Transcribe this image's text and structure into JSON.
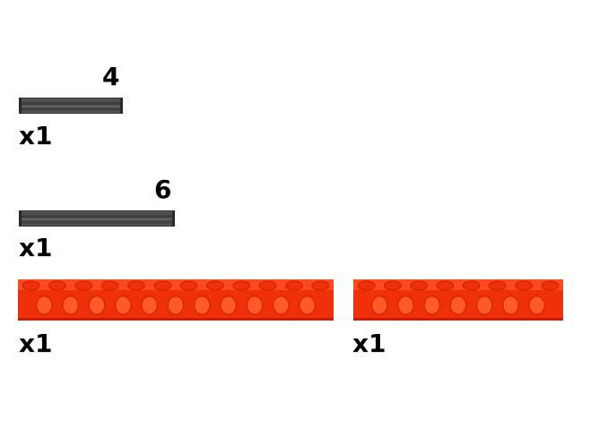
{
  "parts": [
    {
      "kind": "axle",
      "length_label": "4",
      "quantity": "x1"
    },
    {
      "kind": "axle",
      "length_label": "6",
      "quantity": "x1"
    },
    {
      "kind": "beam",
      "holes": 12,
      "quantity": "x1"
    },
    {
      "kind": "beam",
      "holes": 8,
      "quantity": "x1"
    }
  ],
  "colors": {
    "axle": "#4a4a4a",
    "beam": "#f0300a",
    "beam_top": "#ff4a1f",
    "beam_shadow": "#c51f00",
    "hole": "#ff5a28",
    "hole_inner": "#d82800"
  }
}
